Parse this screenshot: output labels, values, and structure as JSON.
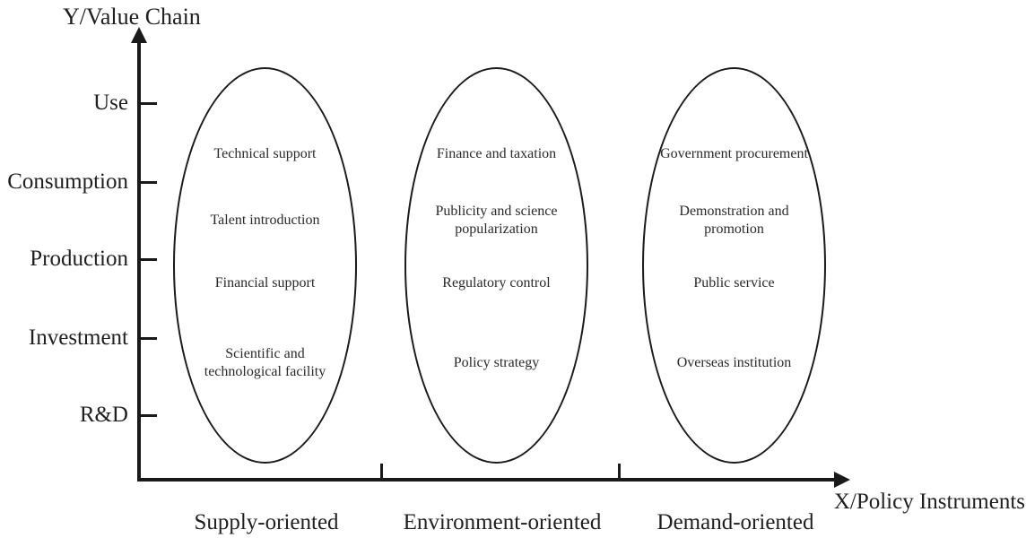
{
  "diagram": {
    "y_axis": {
      "title": "Y/Value Chain",
      "ticks": [
        "Use",
        "Consumption",
        "Production",
        "Investment",
        "R&D"
      ]
    },
    "x_axis": {
      "title": "X/Policy Instruments"
    },
    "groups": [
      {
        "label": "Supply-oriented",
        "items": [
          "Technical support",
          "Talent introduction",
          "Financial support",
          "Scientific and technological facility"
        ]
      },
      {
        "label": "Environment-oriented",
        "items": [
          "Finance and taxation",
          "Publicity and science popularization",
          "Regulatory control",
          "Policy strategy"
        ]
      },
      {
        "label": "Demand-oriented",
        "items": [
          "Government procurement",
          "Demonstration and promotion",
          "Public service",
          "Overseas institution"
        ]
      }
    ],
    "colors": {
      "line": "#1a1a1a",
      "text": "#1f1f1f",
      "background": "#ffffff"
    }
  }
}
